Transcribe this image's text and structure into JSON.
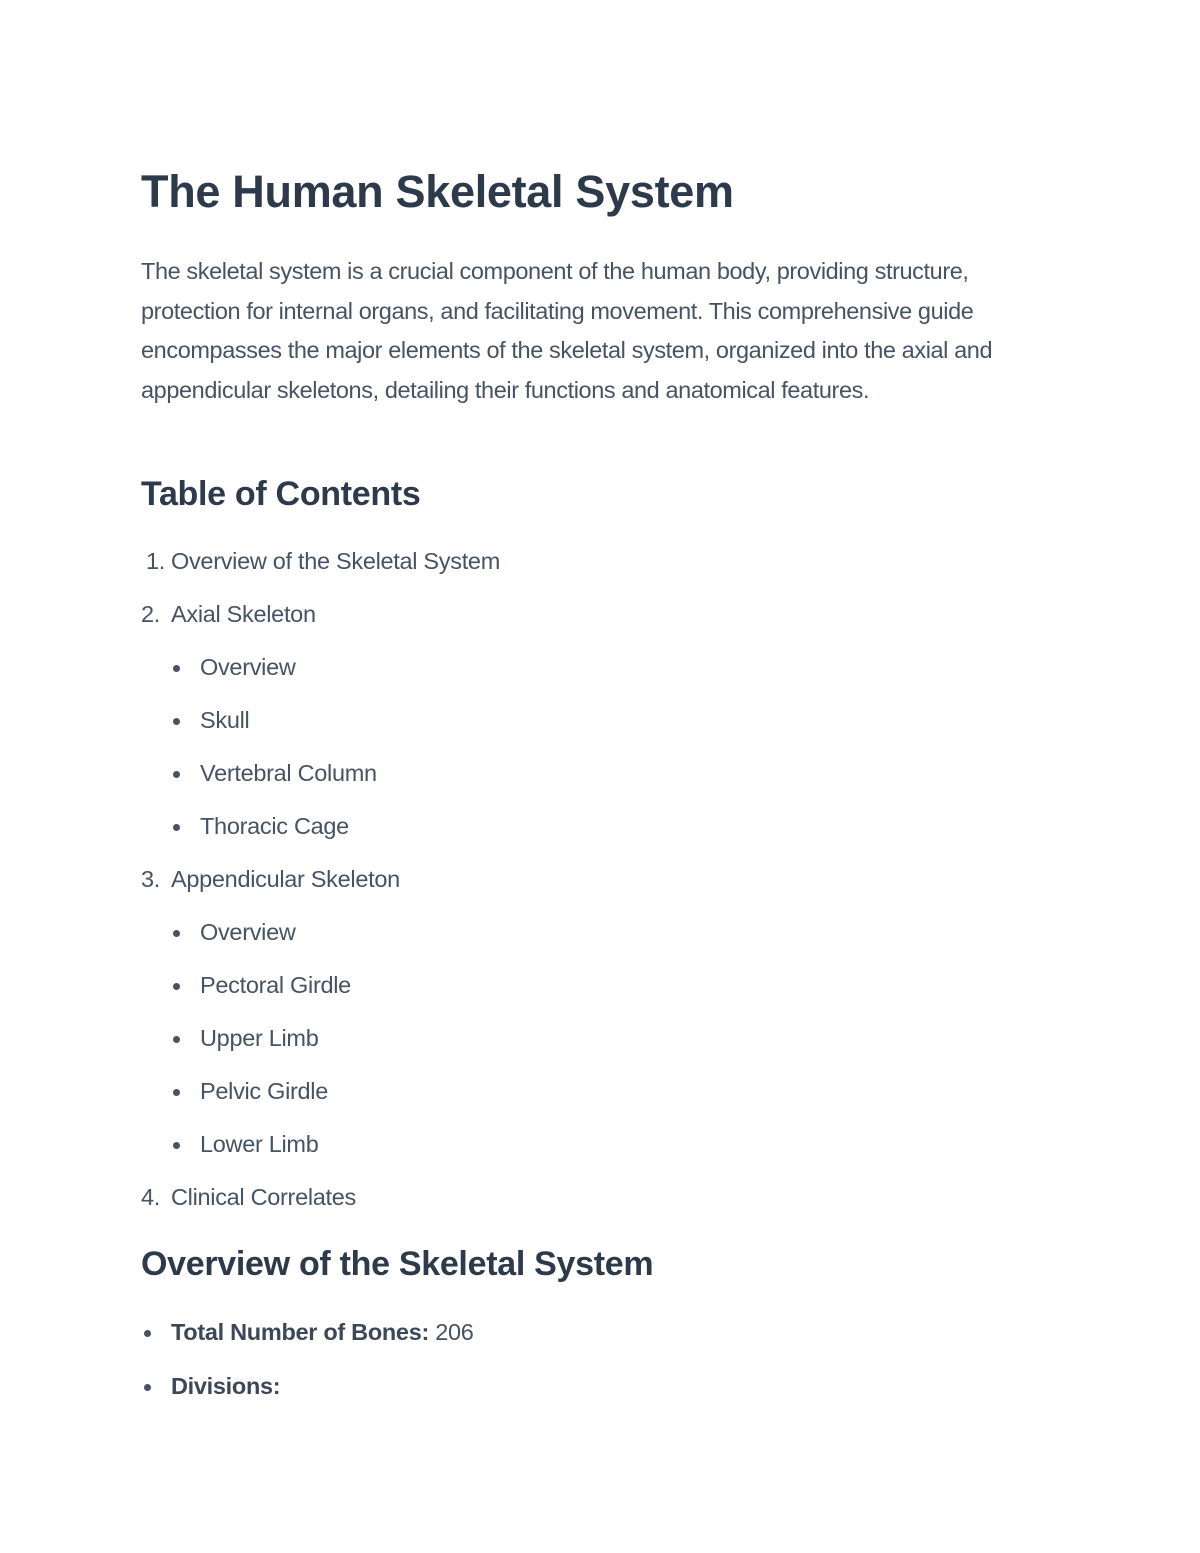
{
  "document": {
    "title": "The Human Skeletal System",
    "intro": "The skeletal system is a crucial component of the human body, providing structure, protection for internal organs, and facilitating movement. This comprehensive guide encompasses the major elements of the skeletal system, organized into the axial and appendicular skeletons, detailing their functions and anatomical features.",
    "toc": {
      "heading": "Table of Contents",
      "items": [
        {
          "num": "1.",
          "label": "Overview of the Skeletal System",
          "children": []
        },
        {
          "num": "2.",
          "label": "Axial Skeleton",
          "children": [
            "Overview",
            "Skull",
            "Vertebral Column",
            "Thoracic Cage"
          ]
        },
        {
          "num": "3.",
          "label": "Appendicular Skeleton",
          "children": [
            "Overview",
            "Pectoral Girdle",
            "Upper Limb",
            "Pelvic Girdle",
            "Lower Limb"
          ]
        },
        {
          "num": "4.",
          "label": "Clinical Correlates",
          "children": []
        }
      ]
    },
    "overview": {
      "heading": "Overview of the Skeletal System",
      "items": [
        {
          "label": "Total Number of Bones:",
          "value": " 206"
        },
        {
          "label": "Divisions:",
          "value": ""
        }
      ]
    }
  },
  "colors": {
    "heading": "#2c3a4b",
    "body": "#465364",
    "background": "#ffffff"
  }
}
